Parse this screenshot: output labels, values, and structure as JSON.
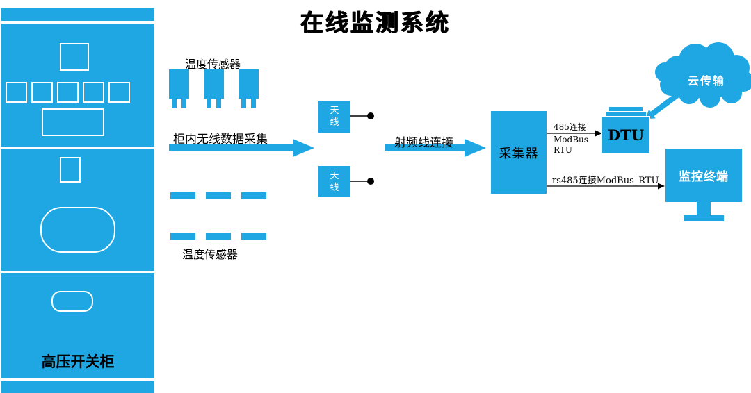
{
  "title": "在线监测系统",
  "colors": {
    "accent": "#1ea7e2",
    "line": "#000000",
    "text_on_blue": "#ffffff"
  },
  "cabinet": {
    "label": "高压开关柜"
  },
  "sensors": {
    "top_label": "温度传感器",
    "bottom_label": "温度传感器"
  },
  "labels": {
    "wireless": "柜内无线数据采集",
    "rf": "射频线连接",
    "link485_line1": "485连接",
    "link485_line2": "ModBus",
    "link485_line3": "RTU",
    "rs485": "rs485连接ModBus_RTU"
  },
  "nodes": {
    "antenna_top": "天线",
    "antenna_bottom": "天线",
    "collector": "采集器",
    "dtu": "DTU",
    "cloud": "云传输",
    "monitor": "监控终端"
  }
}
